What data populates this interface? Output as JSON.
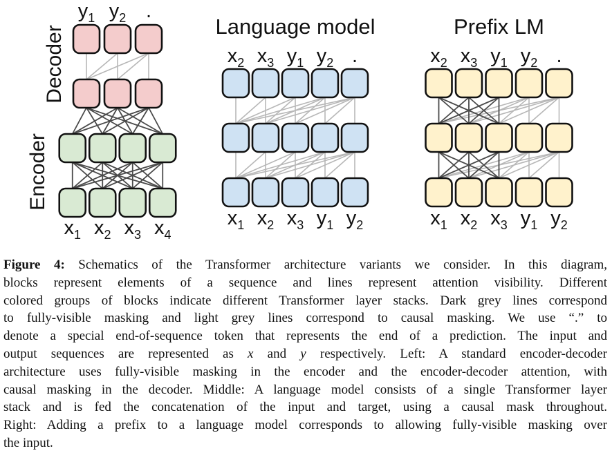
{
  "figure": {
    "line_legend": {
      "dark_grey_meaning": "fully-visible masking",
      "light_grey_meaning": "causal masking",
      "dark_grey_color": "#4a4a4a",
      "light_grey_color": "#b7b7b7"
    },
    "block_stroke_color": "#111111",
    "panels": [
      {
        "id": "encoder-decoder",
        "title": "",
        "side_labels": [
          "Decoder",
          "Encoder"
        ],
        "top_labels": [
          {
            "base": "y",
            "sub": "1"
          },
          {
            "base": "y",
            "sub": "2"
          },
          {
            "base": ".",
            "sub": ""
          }
        ],
        "bottom_labels": [
          {
            "base": "x",
            "sub": "1"
          },
          {
            "base": "x",
            "sub": "2"
          },
          {
            "base": "x",
            "sub": "3"
          },
          {
            "base": "x",
            "sub": "4"
          }
        ],
        "rows": [
          {
            "cols": 3,
            "color": "#f4cccc"
          },
          {
            "cols": 3,
            "color": "#f4cccc"
          },
          {
            "cols": 4,
            "color": "#d9ead3"
          },
          {
            "cols": 4,
            "color": "#d9ead3"
          }
        ],
        "connections": [
          "causal",
          "full",
          "full"
        ],
        "prefix_len": 0
      },
      {
        "id": "language-model",
        "title": "Language model",
        "side_labels": [],
        "top_labels": [
          {
            "base": "x",
            "sub": "2"
          },
          {
            "base": "x",
            "sub": "3"
          },
          {
            "base": "y",
            "sub": "1"
          },
          {
            "base": "y",
            "sub": "2"
          },
          {
            "base": ".",
            "sub": ""
          }
        ],
        "bottom_labels": [
          {
            "base": "x",
            "sub": "1"
          },
          {
            "base": "x",
            "sub": "2"
          },
          {
            "base": "x",
            "sub": "3"
          },
          {
            "base": "y",
            "sub": "1"
          },
          {
            "base": "y",
            "sub": "2"
          }
        ],
        "rows": [
          {
            "cols": 5,
            "color": "#cfe2f3"
          },
          {
            "cols": 5,
            "color": "#cfe2f3"
          },
          {
            "cols": 5,
            "color": "#cfe2f3"
          }
        ],
        "connections": [
          "causal",
          "causal"
        ],
        "prefix_len": 0
      },
      {
        "id": "prefix-lm",
        "title": "Prefix LM",
        "side_labels": [],
        "top_labels": [
          {
            "base": "x",
            "sub": "2"
          },
          {
            "base": "x",
            "sub": "3"
          },
          {
            "base": "y",
            "sub": "1"
          },
          {
            "base": "y",
            "sub": "2"
          },
          {
            "base": ".",
            "sub": ""
          }
        ],
        "bottom_labels": [
          {
            "base": "x",
            "sub": "1"
          },
          {
            "base": "x",
            "sub": "2"
          },
          {
            "base": "x",
            "sub": "3"
          },
          {
            "base": "y",
            "sub": "1"
          },
          {
            "base": "y",
            "sub": "2"
          }
        ],
        "rows": [
          {
            "cols": 5,
            "color": "#fff2cc"
          },
          {
            "cols": 5,
            "color": "#fff2cc"
          },
          {
            "cols": 5,
            "color": "#fff2cc"
          }
        ],
        "connections": [
          "prefix",
          "prefix"
        ],
        "prefix_len": 3
      }
    ]
  },
  "caption": {
    "lines": [
      [
        {
          "t": "Figure 4:",
          "b": true
        },
        {
          "t": " Schematics of the Transformer architecture variants we consider. In this diagram,"
        }
      ],
      [
        {
          "t": "blocks represent elements of a sequence and lines represent attention visibility. Different"
        }
      ],
      [
        {
          "t": "colored groups of blocks indicate different Transformer layer stacks. Dark grey lines correspond"
        }
      ],
      [
        {
          "t": "to fully-visible masking and light grey lines correspond to causal masking. We use “.” to"
        }
      ],
      [
        {
          "t": "denote a special end-of-sequence token that represents the end of a prediction. The input and"
        }
      ],
      [
        {
          "t": "output sequences are represented as "
        },
        {
          "t": "x",
          "i": true
        },
        {
          "t": " and "
        },
        {
          "t": "y",
          "i": true
        },
        {
          "t": " respectively. Left: A standard encoder-decoder"
        }
      ],
      [
        {
          "t": "architecture uses fully-visible masking in the encoder and the encoder-decoder attention, with"
        }
      ],
      [
        {
          "t": "causal masking in the decoder. Middle: A language model consists of a single Transformer layer"
        }
      ],
      [
        {
          "t": "stack and is fed the concatenation of the input and target, using a causal mask throughout."
        }
      ],
      [
        {
          "t": "Right: Adding a prefix to a language model corresponds to allowing fully-visible masking over"
        }
      ],
      [
        {
          "t": "the input."
        }
      ]
    ]
  }
}
